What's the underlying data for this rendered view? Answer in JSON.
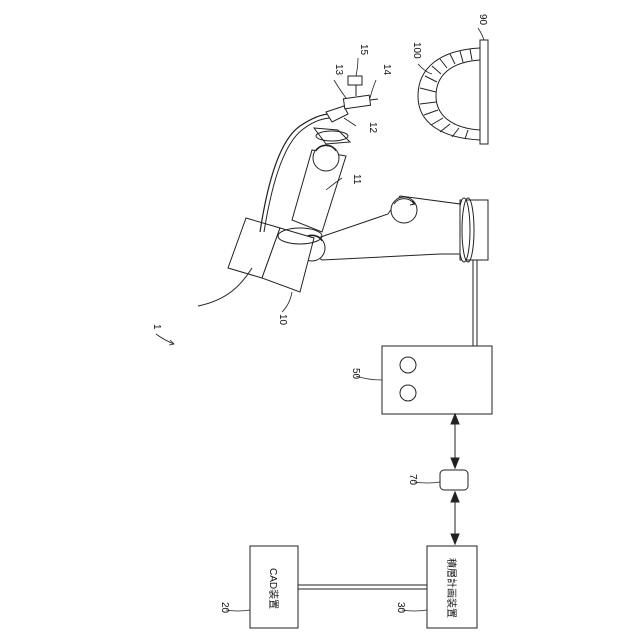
{
  "refs": {
    "system": "1",
    "robot": "10",
    "arm": "11",
    "torch_mount": "12",
    "torch_left": "13",
    "torch_right": "14",
    "wire_feeder": "15",
    "cad": "20",
    "planner": "30",
    "controller": "50",
    "pendant": "70",
    "workpiece": "90",
    "bead": "100"
  },
  "boxes": {
    "cad": "CAD装置",
    "planner": "積層計画装置"
  }
}
